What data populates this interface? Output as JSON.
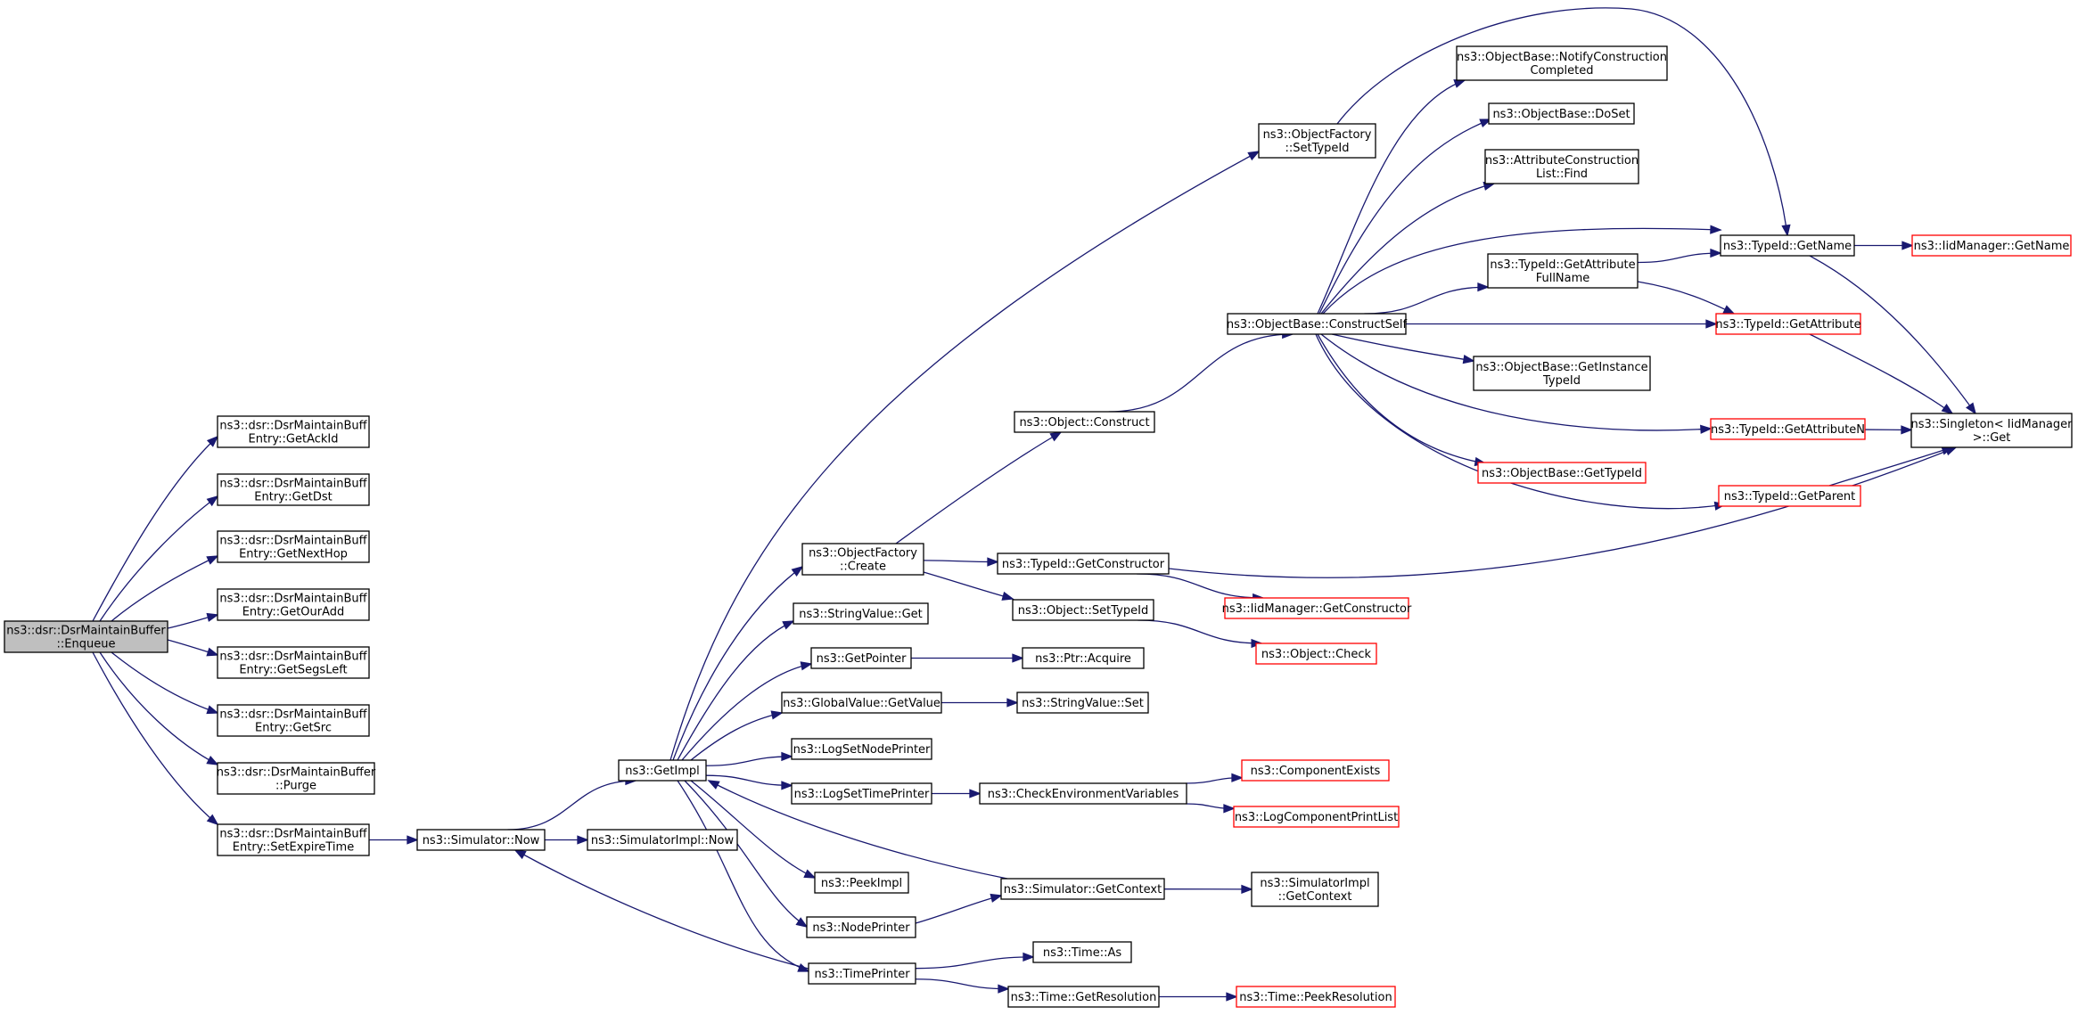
{
  "colors": {
    "edge": "#191970",
    "root_fill": "#bfbfbf",
    "node_fill": "#ffffff",
    "node_border": "#000000",
    "truncated_border": "#ff0000"
  },
  "nodes": {
    "enqueue": {
      "lines": [
        "ns3::dsr::DsrMaintainBuffer",
        "::Enqueue"
      ],
      "root": true
    },
    "getAckId": {
      "lines": [
        "ns3::dsr::DsrMaintainBuff",
        "Entry::GetAckId"
      ]
    },
    "getDst": {
      "lines": [
        "ns3::dsr::DsrMaintainBuff",
        "Entry::GetDst"
      ]
    },
    "getNextHop": {
      "lines": [
        "ns3::dsr::DsrMaintainBuff",
        "Entry::GetNextHop"
      ]
    },
    "getOurAdd": {
      "lines": [
        "ns3::dsr::DsrMaintainBuff",
        "Entry::GetOurAdd"
      ]
    },
    "getSegsLeft": {
      "lines": [
        "ns3::dsr::DsrMaintainBuff",
        "Entry::GetSegsLeft"
      ]
    },
    "getSrc": {
      "lines": [
        "ns3::dsr::DsrMaintainBuff",
        "Entry::GetSrc"
      ]
    },
    "purge": {
      "lines": [
        "ns3::dsr::DsrMaintainBuffer",
        "::Purge"
      ]
    },
    "setExpireTime": {
      "lines": [
        "ns3::dsr::DsrMaintainBuff",
        "Entry::SetExpireTime"
      ]
    },
    "simulatorNow": {
      "lines": [
        "ns3::Simulator::Now"
      ]
    },
    "simulatorImplNow": {
      "lines": [
        "ns3::SimulatorImpl::Now"
      ]
    },
    "getImpl": {
      "lines": [
        "ns3::GetImpl"
      ]
    },
    "objectFactoryCreate": {
      "lines": [
        "ns3::ObjectFactory",
        "::Create"
      ]
    },
    "stringValueGet": {
      "lines": [
        "ns3::StringValue::Get"
      ]
    },
    "getPointer": {
      "lines": [
        "ns3::GetPointer"
      ]
    },
    "globalValueGetValue": {
      "lines": [
        "ns3::GlobalValue::GetValue"
      ]
    },
    "logSetNodePrinter": {
      "lines": [
        "ns3::LogSetNodePrinter"
      ]
    },
    "logSetTimePrinter": {
      "lines": [
        "ns3::LogSetTimePrinter"
      ]
    },
    "peekImpl": {
      "lines": [
        "ns3::PeekImpl"
      ]
    },
    "nodePrinter": {
      "lines": [
        "ns3::NodePrinter"
      ]
    },
    "timePrinter": {
      "lines": [
        "ns3::TimePrinter"
      ]
    },
    "objectFactorySetTypeId": {
      "lines": [
        "ns3::ObjectFactory",
        "::SetTypeId"
      ]
    },
    "objectConstruct": {
      "lines": [
        "ns3::Object::Construct"
      ]
    },
    "typeIdGetConstructor": {
      "lines": [
        "ns3::TypeId::GetConstructor"
      ]
    },
    "objectSetTypeId": {
      "lines": [
        "ns3::Object::SetTypeId"
      ]
    },
    "ptrAcquire": {
      "lines": [
        "ns3::Ptr::Acquire"
      ]
    },
    "stringValueSet": {
      "lines": [
        "ns3::StringValue::Set"
      ]
    },
    "checkEnvironmentVariables": {
      "lines": [
        "ns3::CheckEnvironmentVariables"
      ]
    },
    "simulatorGetContext": {
      "lines": [
        "ns3::Simulator::GetContext"
      ]
    },
    "timeAs": {
      "lines": [
        "ns3::Time::As"
      ]
    },
    "timeGetResolution": {
      "lines": [
        "ns3::Time::GetResolution"
      ]
    },
    "constructSelf": {
      "lines": [
        "ns3::ObjectBase::ConstructSelf"
      ]
    },
    "iidManagerGetConstructor": {
      "lines": [
        "ns3::IidManager::GetConstructor"
      ],
      "truncated": true
    },
    "objectCheck": {
      "lines": [
        "ns3::Object::Check"
      ],
      "truncated": true
    },
    "componentExists": {
      "lines": [
        "ns3::ComponentExists"
      ],
      "truncated": true
    },
    "logComponentPrintList": {
      "lines": [
        "ns3::LogComponentPrintList"
      ],
      "truncated": true
    },
    "simulatorImplGetContext": {
      "lines": [
        "ns3::SimulatorImpl",
        "::GetContext"
      ]
    },
    "timePeekResolution": {
      "lines": [
        "ns3::Time::PeekResolution"
      ],
      "truncated": true
    },
    "notifyConstructionCompleted": {
      "lines": [
        "ns3::ObjectBase::NotifyConstruction",
        "Completed"
      ]
    },
    "objectBaseDoSet": {
      "lines": [
        "ns3::ObjectBase::DoSet"
      ]
    },
    "attributeConstructionListFind": {
      "lines": [
        "ns3::AttributeConstruction",
        "List::Find"
      ]
    },
    "typeIdGetAttributeFullName": {
      "lines": [
        "ns3::TypeId::GetAttribute",
        "FullName"
      ]
    },
    "objectBaseGetInstanceTypeId": {
      "lines": [
        "ns3::ObjectBase::GetInstance",
        "TypeId"
      ]
    },
    "objectBaseGetTypeId": {
      "lines": [
        "ns3::ObjectBase::GetTypeId"
      ],
      "truncated": true
    },
    "typeIdGetName": {
      "lines": [
        "ns3::TypeId::GetName"
      ]
    },
    "typeIdGetAttribute": {
      "lines": [
        "ns3::TypeId::GetAttribute"
      ],
      "truncated": true
    },
    "typeIdGetAttributeN": {
      "lines": [
        "ns3::TypeId::GetAttributeN"
      ],
      "truncated": true
    },
    "typeIdGetParent": {
      "lines": [
        "ns3::TypeId::GetParent"
      ],
      "truncated": true
    },
    "iidManagerGetName": {
      "lines": [
        "ns3::IidManager::GetName"
      ],
      "truncated": true
    },
    "singletonGet": {
      "lines": [
        "ns3::Singleton< IidManager",
        " >::Get"
      ]
    }
  },
  "edges": [
    [
      "enqueue",
      "getAckId"
    ],
    [
      "enqueue",
      "getDst"
    ],
    [
      "enqueue",
      "getNextHop"
    ],
    [
      "enqueue",
      "getOurAdd"
    ],
    [
      "enqueue",
      "getSegsLeft"
    ],
    [
      "enqueue",
      "getSrc"
    ],
    [
      "enqueue",
      "purge"
    ],
    [
      "enqueue",
      "setExpireTime"
    ],
    [
      "setExpireTime",
      "simulatorNow"
    ],
    [
      "simulatorNow",
      "getImpl"
    ],
    [
      "simulatorNow",
      "simulatorImplNow"
    ],
    [
      "getImpl",
      "objectFactorySetTypeId"
    ],
    [
      "getImpl",
      "objectFactoryCreate"
    ],
    [
      "getImpl",
      "stringValueGet"
    ],
    [
      "getImpl",
      "getPointer"
    ],
    [
      "getImpl",
      "globalValueGetValue"
    ],
    [
      "getImpl",
      "logSetNodePrinter"
    ],
    [
      "getImpl",
      "logSetTimePrinter"
    ],
    [
      "getImpl",
      "peekImpl"
    ],
    [
      "getImpl",
      "nodePrinter"
    ],
    [
      "getImpl",
      "timePrinter"
    ],
    [
      "simulatorGetContext",
      "getImpl"
    ],
    [
      "timePrinter",
      "simulatorNow"
    ],
    [
      "objectFactoryCreate",
      "objectConstruct"
    ],
    [
      "objectFactoryCreate",
      "typeIdGetConstructor"
    ],
    [
      "objectFactoryCreate",
      "objectSetTypeId"
    ],
    [
      "getPointer",
      "ptrAcquire"
    ],
    [
      "globalValueGetValue",
      "stringValueSet"
    ],
    [
      "logSetTimePrinter",
      "checkEnvironmentVariables"
    ],
    [
      "nodePrinter",
      "simulatorGetContext"
    ],
    [
      "timePrinter",
      "timeAs"
    ],
    [
      "timePrinter",
      "timeGetResolution"
    ],
    [
      "objectConstruct",
      "constructSelf"
    ],
    [
      "typeIdGetConstructor",
      "iidManagerGetConstructor"
    ],
    [
      "typeIdGetConstructor",
      "singletonGet"
    ],
    [
      "objectSetTypeId",
      "objectCheck"
    ],
    [
      "checkEnvironmentVariables",
      "componentExists"
    ],
    [
      "checkEnvironmentVariables",
      "logComponentPrintList"
    ],
    [
      "simulatorGetContext",
      "simulatorImplGetContext"
    ],
    [
      "timeGetResolution",
      "timePeekResolution"
    ],
    [
      "objectFactorySetTypeId",
      "typeIdGetName"
    ],
    [
      "constructSelf",
      "notifyConstructionCompleted"
    ],
    [
      "constructSelf",
      "objectBaseDoSet"
    ],
    [
      "constructSelf",
      "attributeConstructionListFind"
    ],
    [
      "constructSelf",
      "typeIdGetName"
    ],
    [
      "constructSelf",
      "typeIdGetAttributeFullName"
    ],
    [
      "constructSelf",
      "typeIdGetAttribute"
    ],
    [
      "constructSelf",
      "objectBaseGetInstanceTypeId"
    ],
    [
      "constructSelf",
      "typeIdGetAttributeN"
    ],
    [
      "constructSelf",
      "objectBaseGetTypeId"
    ],
    [
      "constructSelf",
      "typeIdGetParent"
    ],
    [
      "typeIdGetAttributeFullName",
      "typeIdGetName"
    ],
    [
      "typeIdGetAttributeFullName",
      "typeIdGetAttribute"
    ],
    [
      "typeIdGetName",
      "iidManagerGetName"
    ],
    [
      "typeIdGetName",
      "singletonGet"
    ],
    [
      "typeIdGetAttribute",
      "singletonGet"
    ],
    [
      "typeIdGetAttributeN",
      "singletonGet"
    ],
    [
      "typeIdGetParent",
      "singletonGet"
    ]
  ]
}
